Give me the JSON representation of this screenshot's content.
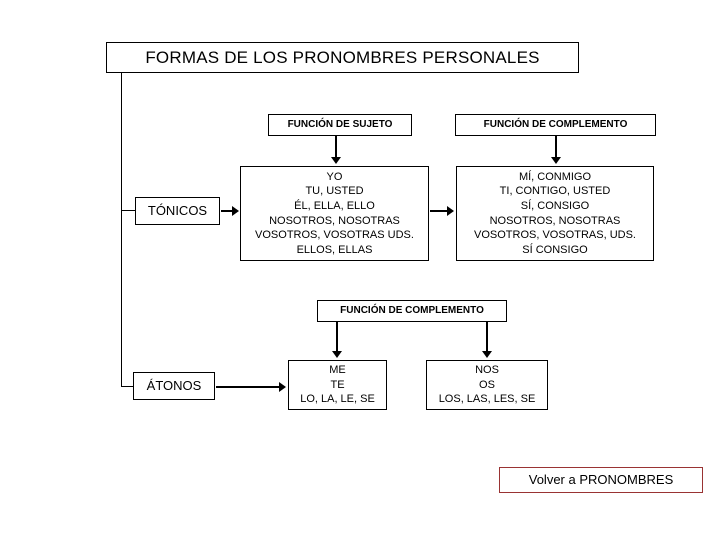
{
  "title": "FORMAS DE LOS PRONOMBRES PERSONALES",
  "headers": {
    "sujeto": "FUNCIÓN DE SUJETO",
    "complemento_tonicos": "FUNCIÓN DE COMPLEMENTO",
    "complemento_atonos": "FUNCIÓN DE COMPLEMENTO"
  },
  "rows": {
    "tonicos": {
      "label": "TÓNICOS",
      "sujeto": "YO\nTU, USTED\nÉL, ELLA, ELLO\nNOSOTROS, NOSOTRAS\nVOSOTROS, VOSOTRAS UDS.\nELLOS, ELLAS",
      "complemento": "MÍ, CONMIGO\nTI, CONTIGO, USTED\nSÍ, CONSIGO\nNOSOTROS, NOSOTRAS\nVOSOTROS, VOSOTRAS, UDS.\nSÍ CONSIGO"
    },
    "atonos": {
      "label": "ÁTONOS",
      "complemento_singular": "ME\nTE\nLO, LA, LE, SE",
      "complemento_plural": "NOS\nOS\nLOS, LAS, LES, SE"
    }
  },
  "back_link": "Volver a PRONOMBRES",
  "colors": {
    "border": "#000000",
    "background": "#ffffff",
    "link_border": "#993333",
    "text": "#000000"
  }
}
